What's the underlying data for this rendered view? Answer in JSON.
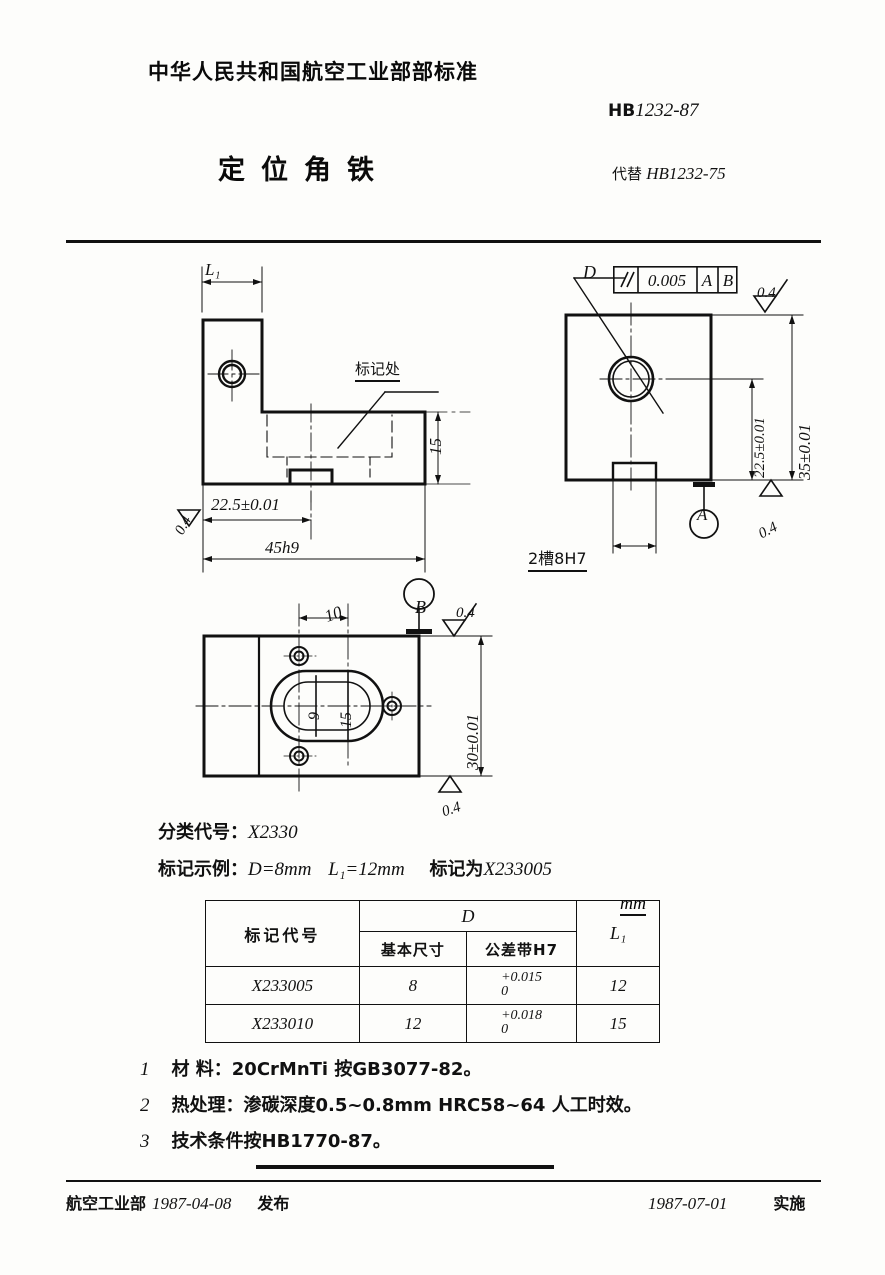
{
  "header": {
    "ministry_line": "中华人民共和国航空工业部部标准",
    "title": "定位角铁",
    "std_prefix": "HB",
    "std_number": "1232-87",
    "replaces_label": "代替",
    "replaces_number": "HB1232-75"
  },
  "view_front": {
    "dim_L1": "L₁",
    "dim_22_5": "22.5±0.01",
    "dim_45h9": "45h9",
    "dim_15": "15",
    "label_mark": "标记处",
    "rough_left": "0.4"
  },
  "view_side": {
    "leader_D": "D",
    "fcf_symbol": "//",
    "fcf_tolerance": "0.005",
    "fcf_datum_a": "A",
    "fcf_datum_b": "B",
    "dim_35": "35±0.01",
    "dim_22_5": "22.5±0.01",
    "note_slot": "2槽8H7",
    "datum_a": "A",
    "rough_top": "0.4",
    "rough_bottom": "0.4"
  },
  "view_plan": {
    "dim_10": "10",
    "dim_30": "30±0.01",
    "dim_9": "9",
    "dim_15": "15",
    "datum_b": "B",
    "rough_top": "0.4",
    "rough_bottom": "0.4"
  },
  "designation": {
    "class_label": "分类代号：",
    "class_value": "X2330",
    "example_label": "标记示例：",
    "example_d": "D=8mm",
    "example_l1": "L₁=12mm",
    "example_mark_label": "标记为",
    "example_mark_value": "X233005"
  },
  "table": {
    "unit": "mm",
    "col_code": "标记代号",
    "col_D": "D",
    "col_basic": "基本尺寸",
    "col_tol": "公差带H7",
    "col_L1": "L₁",
    "rows": [
      {
        "code": "X233005",
        "basic": "8",
        "tol_upper": "+0.015",
        "tol_lower": "0",
        "L1": "12"
      },
      {
        "code": "X233010",
        "basic": "12",
        "tol_upper": "+0.018",
        "tol_lower": "0",
        "L1": "15"
      }
    ]
  },
  "notes": [
    {
      "num": "1",
      "text": "材  料：20CrMnTi  按GB3077-82。"
    },
    {
      "num": "2",
      "text": "热处理：渗碳深度0.5~0.8mm  HRC58~64  人工时效。"
    },
    {
      "num": "3",
      "text": "技术条件按HB1770-87。"
    }
  ],
  "footer": {
    "issuer": "航空工业部",
    "issue_date": "1987-04-08",
    "issue_word": "发布",
    "effective_date": "1987-07-01",
    "effective_word": "实施"
  }
}
